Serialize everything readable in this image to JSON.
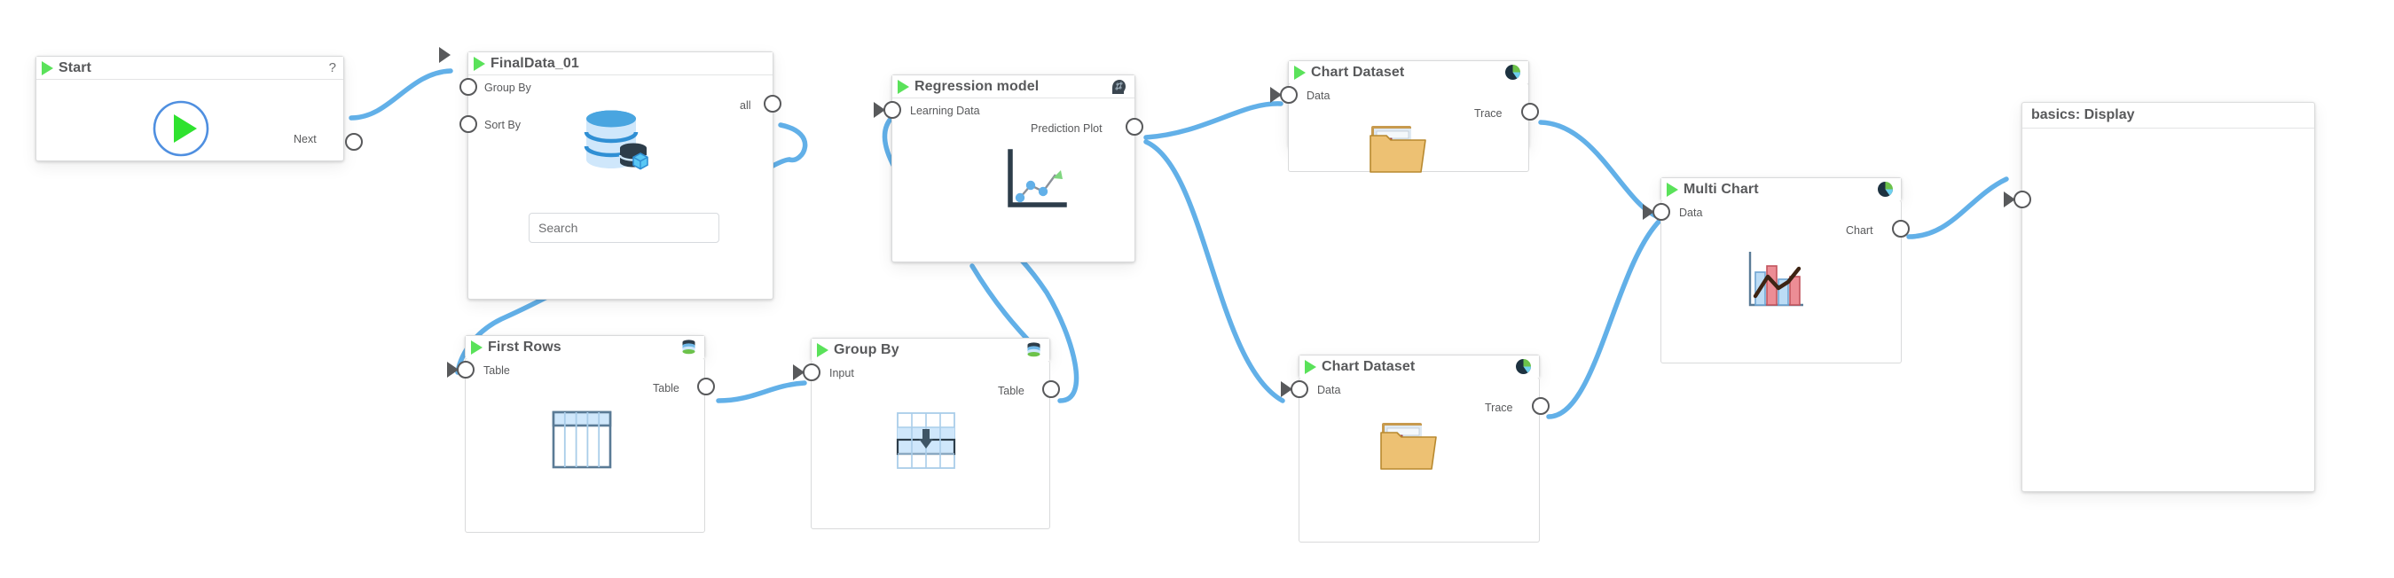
{
  "canvas": {
    "background_color": "#ffffff",
    "dot_color": "#abcde7",
    "edge_color": "#62b0e8"
  },
  "nodes": [
    {
      "id": "start",
      "title": "Start",
      "header_right": "?",
      "header_icon": "green-play-icon",
      "center_icon": "play-circle-icon",
      "inputs": [],
      "outputs": [
        {
          "label": "Next"
        }
      ]
    },
    {
      "id": "finaldata",
      "title": "FinalData_01",
      "header_icon": "green-play-icon",
      "center_icon": "database-icon",
      "inputs": [
        {
          "label": "Group By"
        },
        {
          "label": "Sort By"
        }
      ],
      "outputs": [
        {
          "label": "all"
        }
      ],
      "search": {
        "placeholder": "Search",
        "value": "Search"
      }
    },
    {
      "id": "regression",
      "title": "Regression model",
      "header_icon": "ai-brain-head-icon",
      "center_icon": "line-chart-icon",
      "inputs": [
        {
          "label": "Learning Data"
        }
      ],
      "outputs": [
        {
          "label": "Prediction Plot"
        }
      ]
    },
    {
      "id": "chartdataset-top",
      "title": "Chart Dataset",
      "header_icon": "pie-chart-icon",
      "center_icon": "folder-chart-icon",
      "inputs": [
        {
          "label": "Data"
        }
      ],
      "outputs": [
        {
          "label": "Trace"
        }
      ]
    },
    {
      "id": "chartdataset-bottom",
      "title": "Chart Dataset",
      "header_icon": "pie-chart-icon",
      "center_icon": "folder-chart-icon",
      "inputs": [
        {
          "label": "Data"
        }
      ],
      "outputs": [
        {
          "label": "Trace"
        }
      ]
    },
    {
      "id": "firstrows",
      "title": "First Rows",
      "header_icon": "database-stack-icon",
      "center_icon": "table-icon",
      "inputs": [
        {
          "label": "Table"
        }
      ],
      "outputs": [
        {
          "label": "Table"
        }
      ]
    },
    {
      "id": "groupby",
      "title": "Group By",
      "header_icon": "database-stack-icon",
      "center_icon": "table-aggregate-icon",
      "inputs": [
        {
          "label": "Input"
        }
      ],
      "outputs": [
        {
          "label": "Table"
        }
      ]
    },
    {
      "id": "multichart",
      "title": "Multi Chart",
      "header_icon": "pie-chart-icon",
      "center_icon": "bar-line-chart-icon",
      "inputs": [
        {
          "label": "Data"
        }
      ],
      "outputs": [
        {
          "label": "Chart"
        }
      ]
    },
    {
      "id": "display",
      "title": "basics:  Display",
      "inputs": [
        {
          "label": ""
        }
      ],
      "outputs": []
    }
  ]
}
